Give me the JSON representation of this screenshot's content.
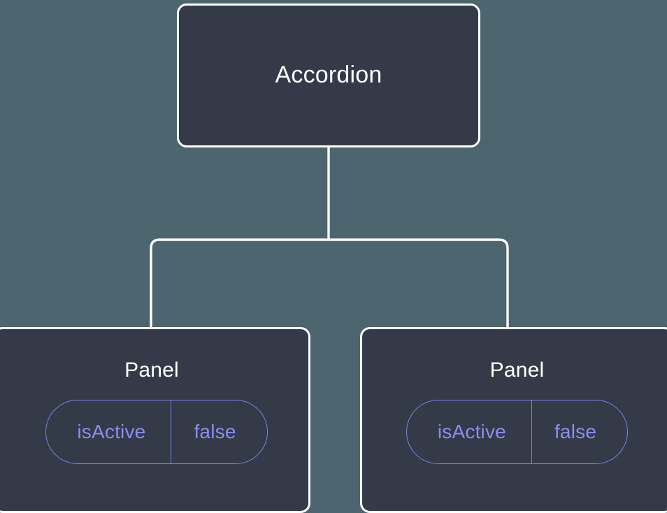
{
  "diagram": {
    "type": "component-tree",
    "background_color": "#4c656f",
    "node_fill_color": "#353a48",
    "node_border_color": "#ffffff",
    "connector_color": "#ffffff",
    "accent_color": "#8b8ef0",
    "root": {
      "label": "Accordion"
    },
    "children": [
      {
        "label": "Panel",
        "prop": {
          "key": "isActive",
          "value": "false"
        }
      },
      {
        "label": "Panel",
        "prop": {
          "key": "isActive",
          "value": "false"
        }
      }
    ]
  }
}
